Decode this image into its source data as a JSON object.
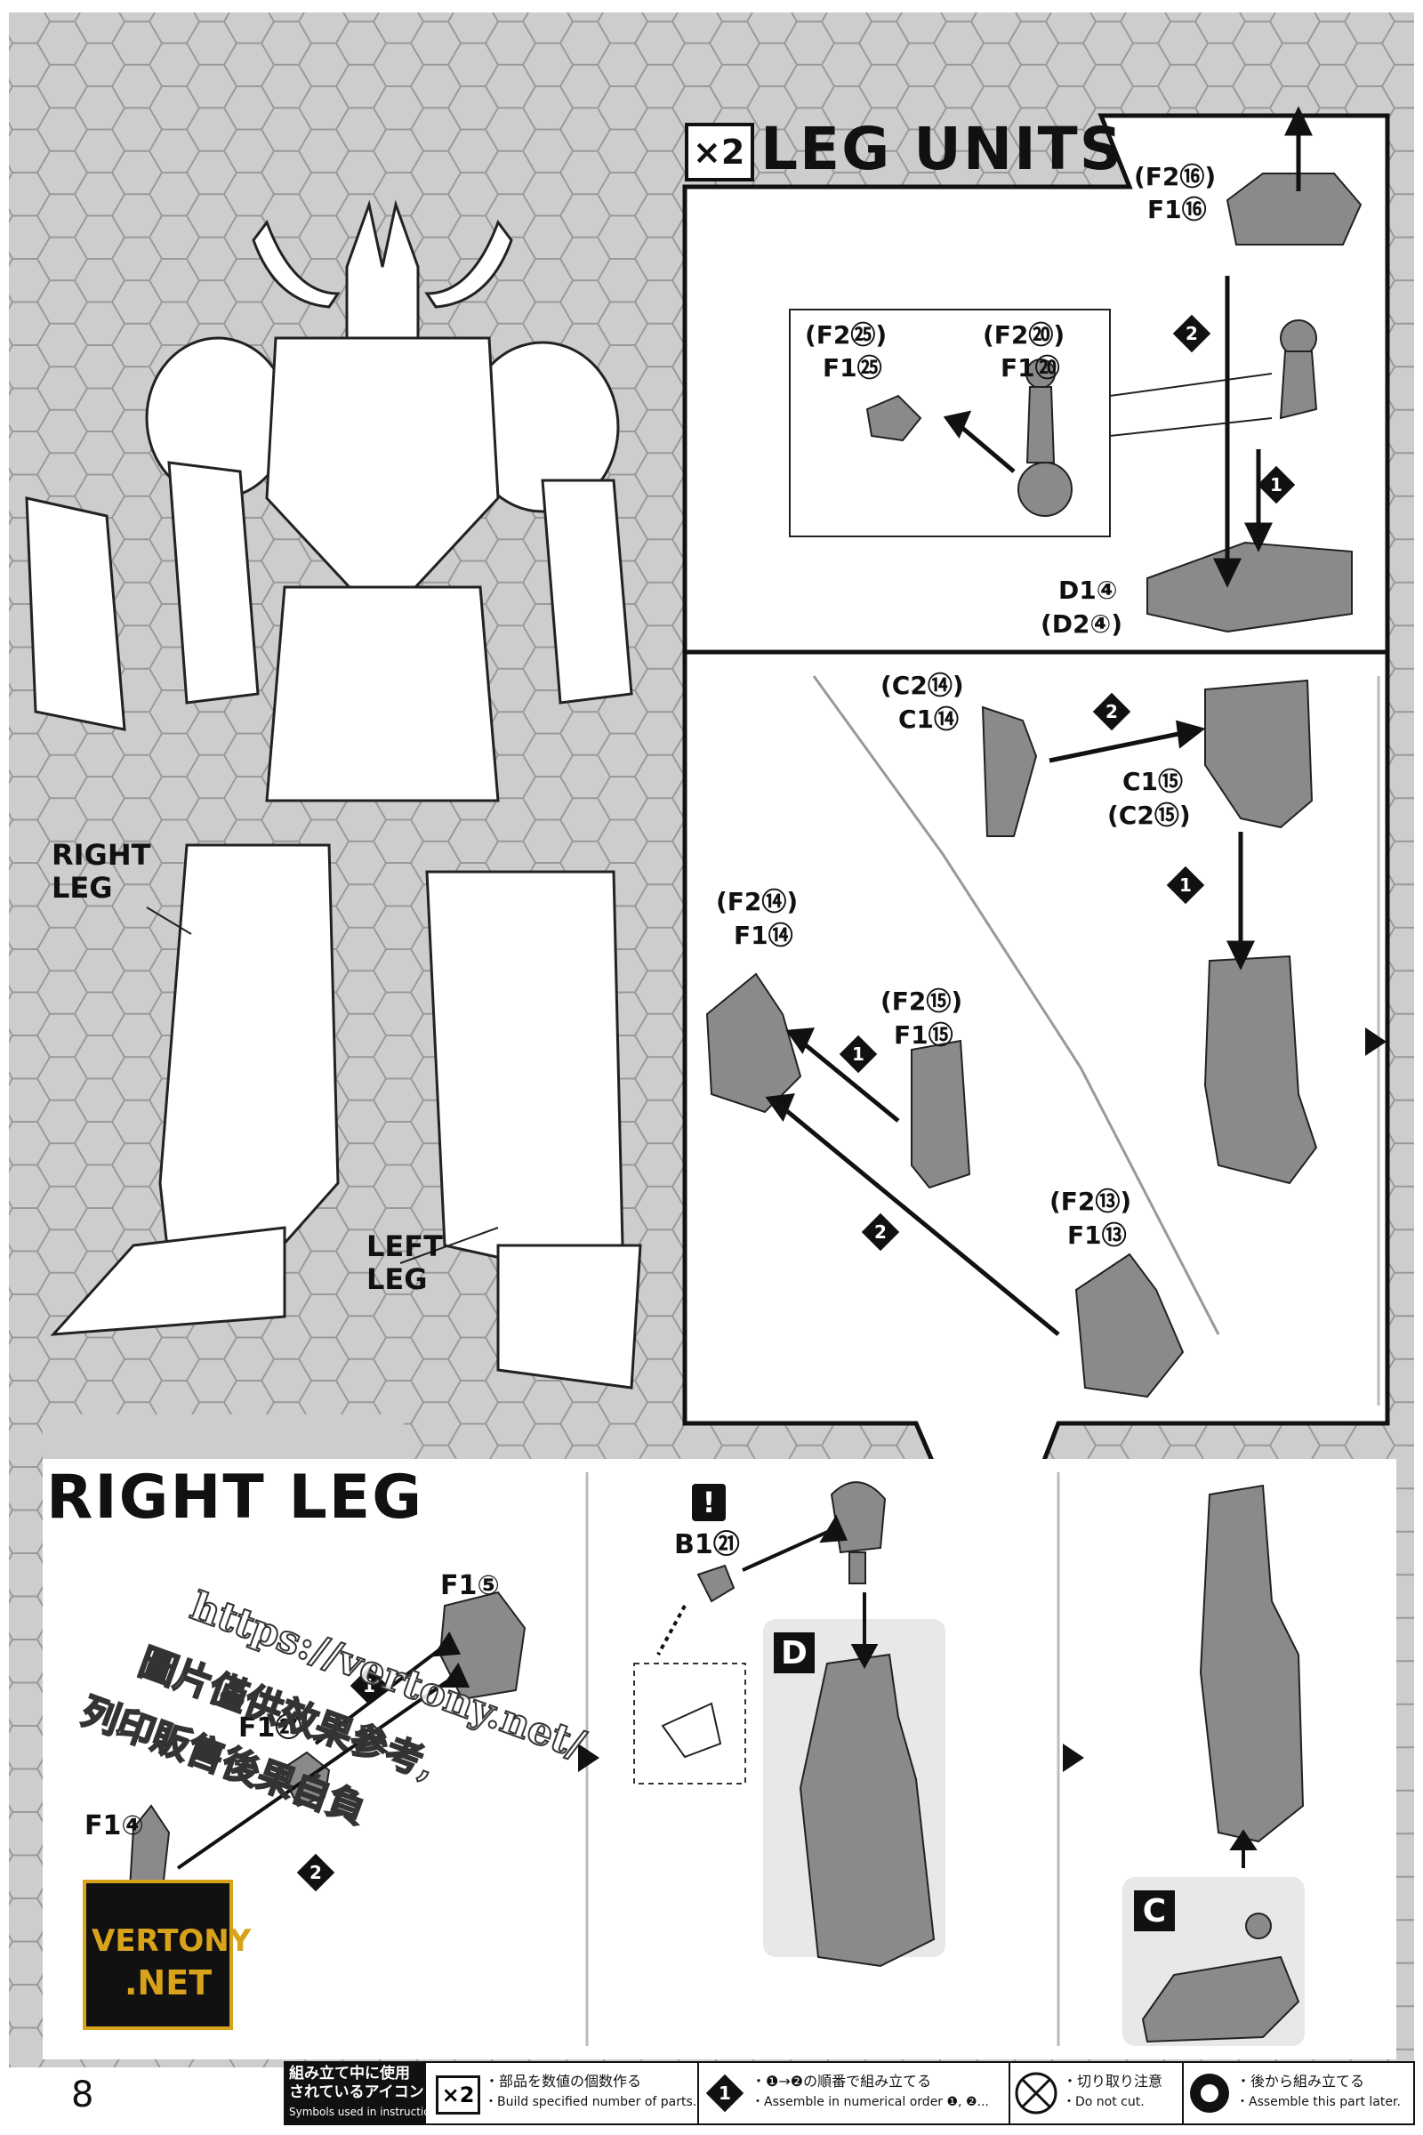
{
  "header": {
    "multiplier_badge": "×2",
    "section_title": "LEG UNITS"
  },
  "overview": {
    "right_leg_label_line1": "RIGHT",
    "right_leg_label_line2": "LEG",
    "left_leg_label_line1": "LEFT",
    "left_leg_label_line2": "LEG"
  },
  "leg_units_step_a": {
    "part_f216": "(F2⑯)",
    "part_f116": "F1⑯",
    "part_f225": "(F2㉕)",
    "part_f125": "F1㉕",
    "part_f220": "(F2⑳)",
    "part_f120": "F1⑳",
    "part_d14": "D1④",
    "part_d24": "(D2④)",
    "step_1": "1",
    "step_2": "2"
  },
  "leg_units_step_b": {
    "part_c214": "(C2⑭)",
    "part_c114": "C1⑭",
    "part_c115": "C1⑮",
    "part_c215": "(C2⑮)",
    "part_f214": "(F2⑭)",
    "part_f114": "F1⑭",
    "part_f215": "(F2⑮)",
    "part_f115": "F1⑮",
    "part_f213": "(F2⑬)",
    "part_f113": "F1⑬",
    "step_1": "1",
    "step_2": "2"
  },
  "right_leg": {
    "title": "RIGHT LEG",
    "part_f15": "F1⑤",
    "part_f127": "F1㉗",
    "part_f14": "F1④",
    "part_b121": "B1㉑",
    "caution_mark": "!",
    "callout_d": "D",
    "callout_c": "C",
    "step_1": "1",
    "step_2": "2"
  },
  "watermark": {
    "url": "https://vertony.net/",
    "line1": "圖片僅供效果參考,",
    "line2": "列印販售後果自負",
    "logo_line1": "VERTONY",
    "logo_line2": ".NET"
  },
  "footer": {
    "page_number": "8",
    "legend_title_jp_1": "組み立て中に使用",
    "legend_title_jp_2": "されているアイコン",
    "legend_title_en": "Symbols used in instructions",
    "legend_x2_badge": "×2",
    "legend_x2_jp": "・部品を数値の個数作る",
    "legend_x2_en": "・Build specified number of parts.",
    "legend_order_badge": "1",
    "legend_order_jp": "・❶→❷の順番で組み立てる",
    "legend_order_en": "・Assemble in numerical order ❶, ❷...",
    "legend_cut_jp": "・切り取り注意",
    "legend_cut_en": "・Do not cut.",
    "legend_later_jp": "・後から組み立てる",
    "legend_later_en": "・Assemble this part later."
  },
  "colors": {
    "hex_background": "#cfcfcf",
    "part_gray": "#8a8a8a",
    "ink": "#111111",
    "logo_gold": "#d9a21b"
  }
}
